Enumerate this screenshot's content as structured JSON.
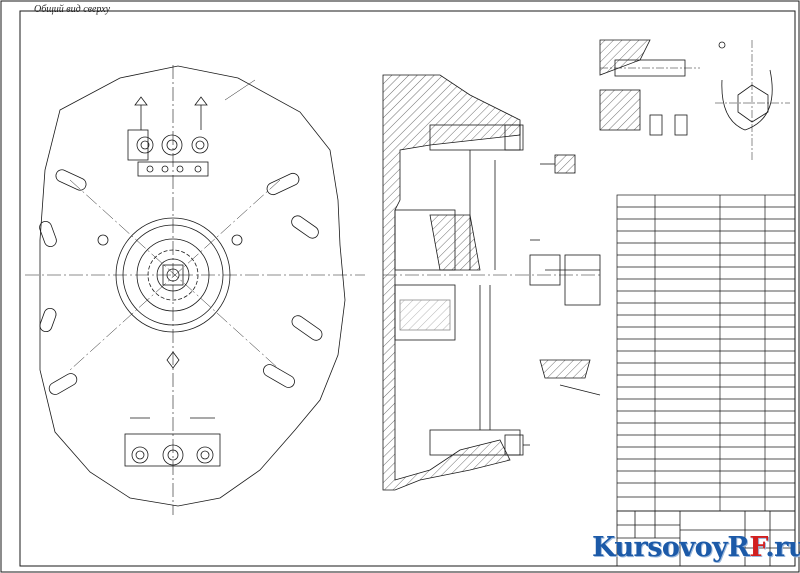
{
  "header": {
    "view_label": "Общий вид сверху"
  },
  "watermark": {
    "prefix": "KursovoyR",
    "accent": "F",
    "suffix": ".ru"
  },
  "colors": {
    "line": "#1a1a1a",
    "watermark_blue": "#1c5aa8",
    "watermark_red": "#d21f1f"
  }
}
